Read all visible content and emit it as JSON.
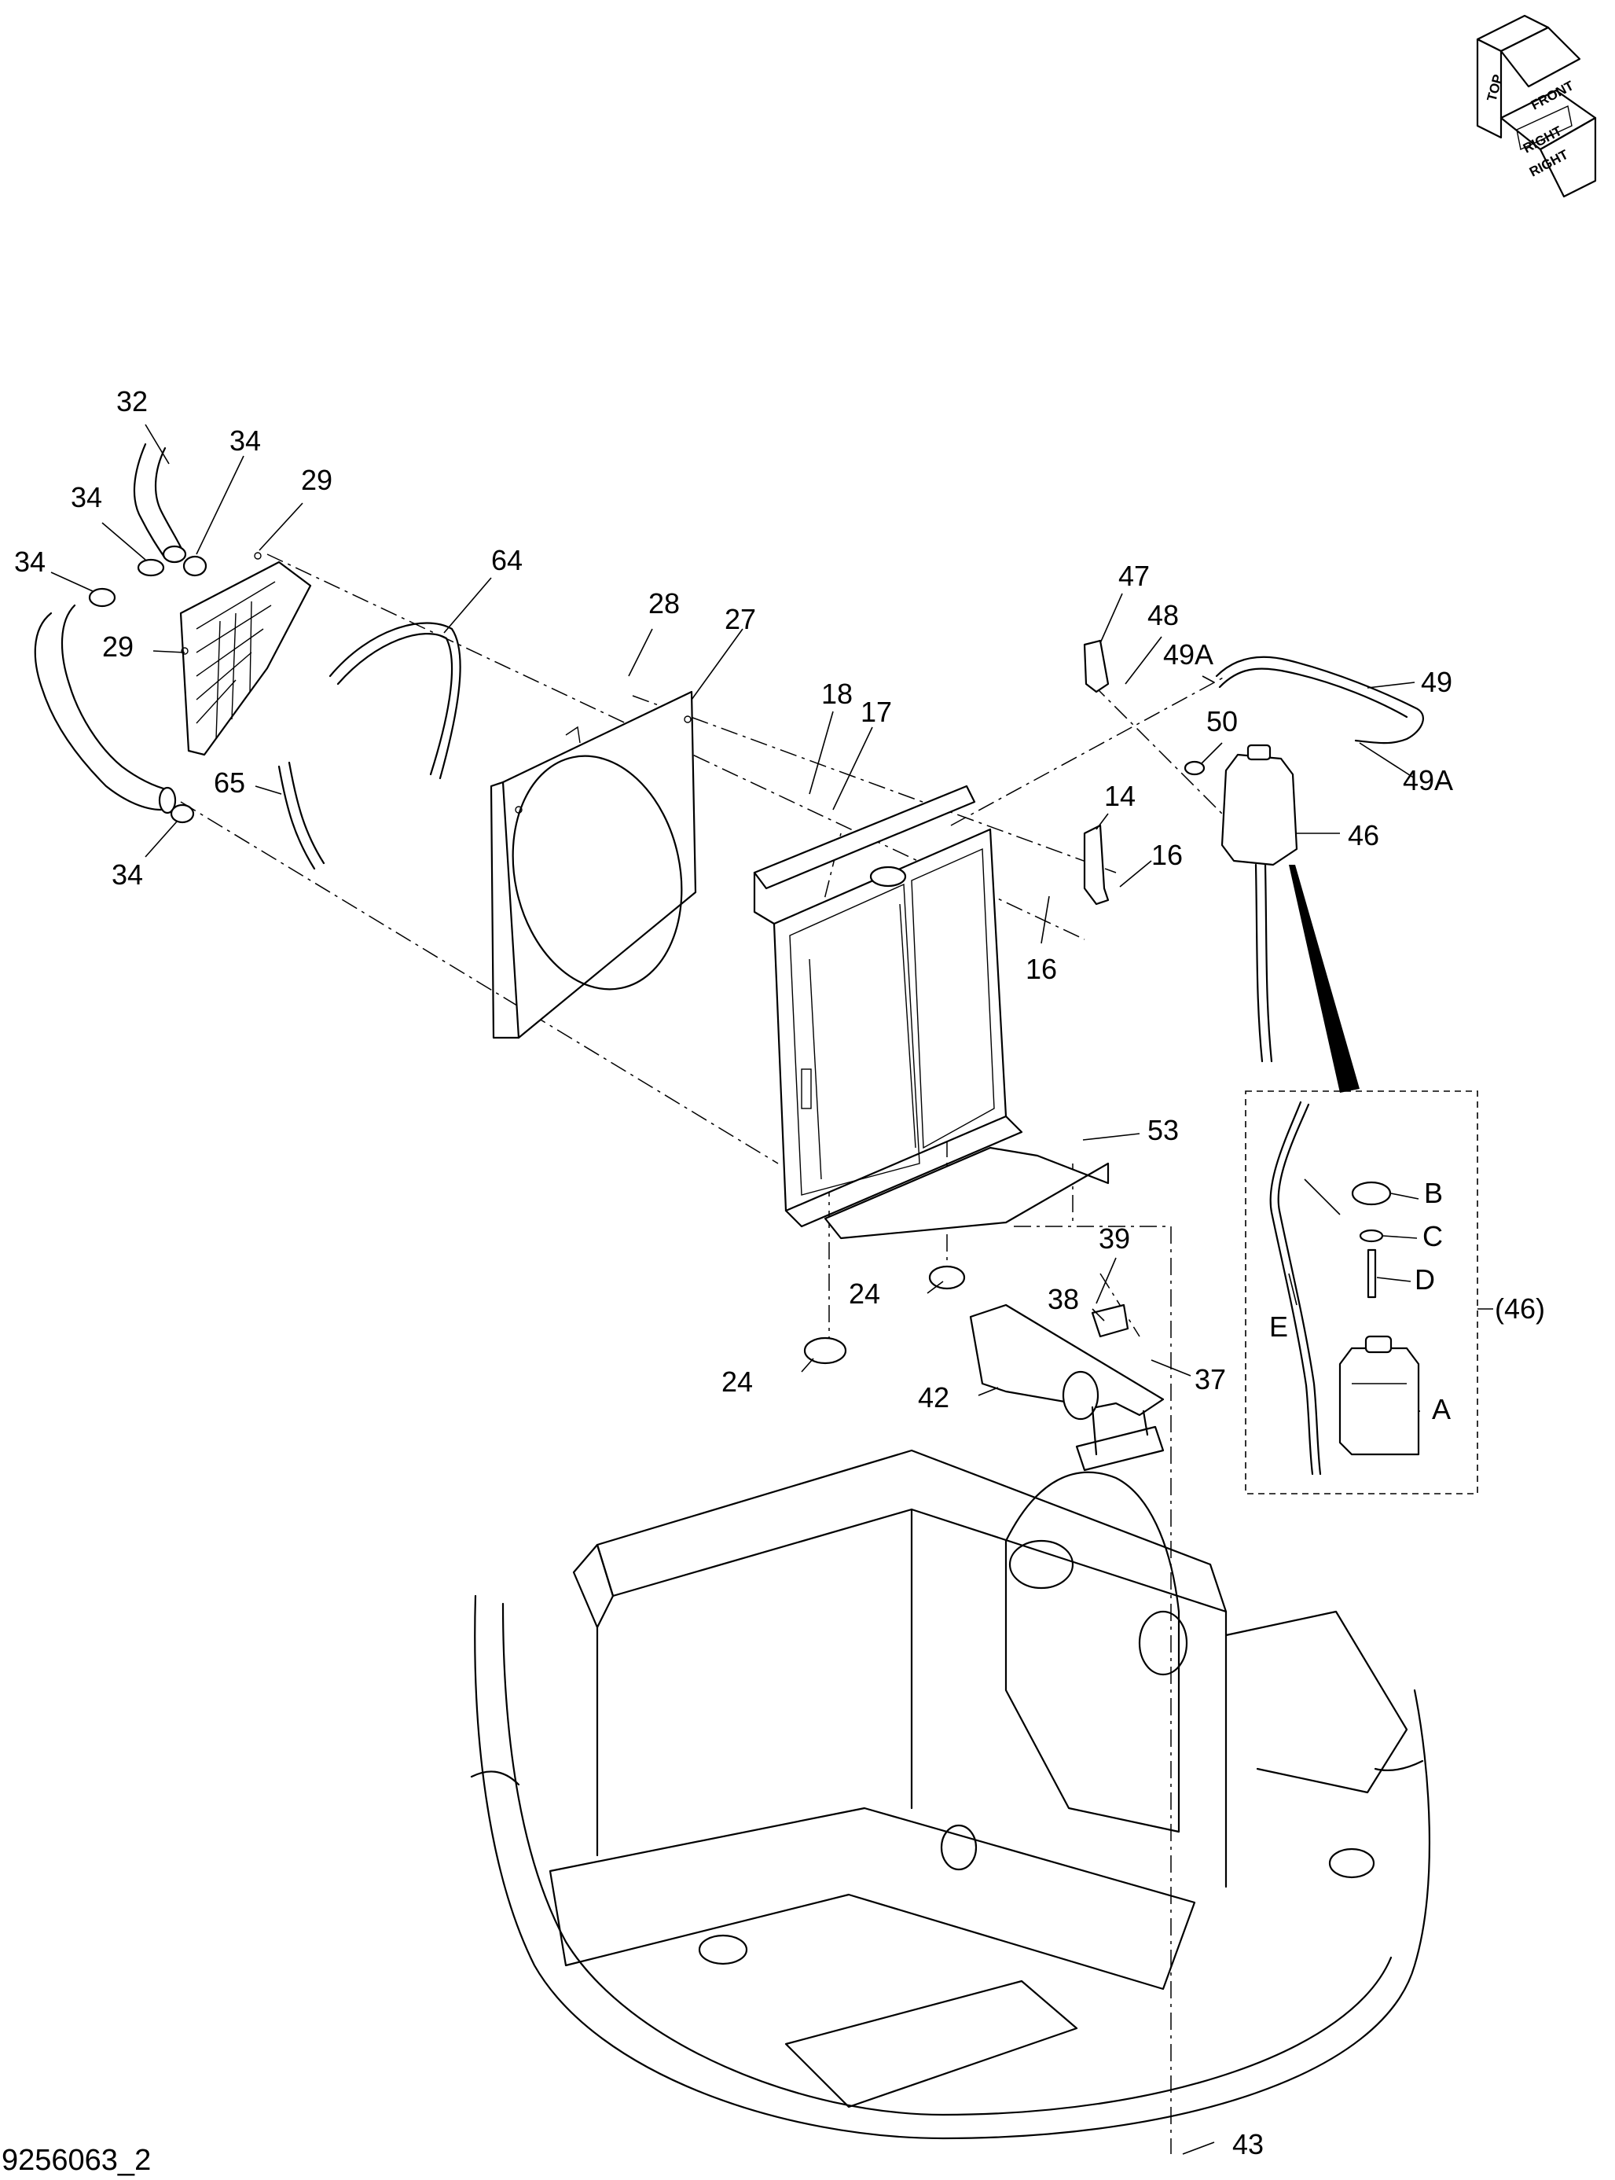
{
  "drawing_number": "9256063_2",
  "orientation": {
    "labels": [
      "TOP",
      "FRONT",
      "RIGHT"
    ]
  },
  "callouts": [
    {
      "id": "c32",
      "label": "32",
      "icon": "upper-radiator-hose-icon"
    },
    {
      "id": "c34a",
      "label": "34",
      "icon": "hose-clamp-icon"
    },
    {
      "id": "c34b",
      "label": "34",
      "icon": "hose-clamp-icon"
    },
    {
      "id": "c34c",
      "label": "34",
      "icon": "hose-clamp-icon"
    },
    {
      "id": "c34d",
      "label": "34",
      "icon": "hose-clamp-icon"
    },
    {
      "id": "c29a",
      "label": "29",
      "icon": "screw-icon"
    },
    {
      "id": "c29b",
      "label": "29",
      "icon": "screw-icon"
    },
    {
      "id": "c64",
      "label": "64",
      "icon": "seal-strip-icon"
    },
    {
      "id": "c65",
      "label": "65",
      "icon": "seal-strip-icon"
    },
    {
      "id": "c28",
      "label": "28",
      "icon": "bolt-icon"
    },
    {
      "id": "c27",
      "label": "27",
      "icon": "fan-shroud-icon"
    },
    {
      "id": "c18",
      "label": "18",
      "icon": "washer-icon"
    },
    {
      "id": "c17",
      "label": "17",
      "icon": "bolt-icon"
    },
    {
      "id": "c14",
      "label": "14",
      "icon": "bracket-icon"
    },
    {
      "id": "c16a",
      "label": "16",
      "icon": "bolt-icon"
    },
    {
      "id": "c16b",
      "label": "16",
      "icon": "bolt-icon"
    },
    {
      "id": "c47",
      "label": "47",
      "icon": "bracket-icon"
    },
    {
      "id": "c48",
      "label": "48",
      "icon": "bolt-icon"
    },
    {
      "id": "c49a1",
      "label": "49A",
      "icon": "hose-clip-icon"
    },
    {
      "id": "c49",
      "label": "49",
      "icon": "overflow-hose-icon"
    },
    {
      "id": "c50",
      "label": "50",
      "icon": "hose-clamp-icon"
    },
    {
      "id": "c49a2",
      "label": "49A",
      "icon": "hose-clip-icon"
    },
    {
      "id": "c46",
      "label": "46",
      "icon": "reserve-tank-icon"
    },
    {
      "id": "c53",
      "label": "53",
      "icon": "bolt-icon"
    },
    {
      "id": "c24a",
      "label": "24",
      "icon": "rubber-mount-icon"
    },
    {
      "id": "c24b",
      "label": "24",
      "icon": "rubber-mount-icon"
    },
    {
      "id": "c39",
      "label": "39",
      "icon": "bolt-icon"
    },
    {
      "id": "c38",
      "label": "38",
      "icon": "clamp-icon"
    },
    {
      "id": "c37",
      "label": "37",
      "icon": "bolt-icon"
    },
    {
      "id": "c42",
      "label": "42",
      "icon": "bracket-icon"
    },
    {
      "id": "c43",
      "label": "43",
      "icon": "bolt-icon"
    },
    {
      "id": "cB",
      "label": "B",
      "icon": "tank-cap-icon"
    },
    {
      "id": "cC",
      "label": "C",
      "icon": "o-ring-icon"
    },
    {
      "id": "cD",
      "label": "D",
      "icon": "tube-icon"
    },
    {
      "id": "cE",
      "label": "E",
      "icon": "hose-icon"
    },
    {
      "id": "cA",
      "label": "A",
      "icon": "tank-icon"
    }
  ],
  "subassembly_ref": "(46)"
}
